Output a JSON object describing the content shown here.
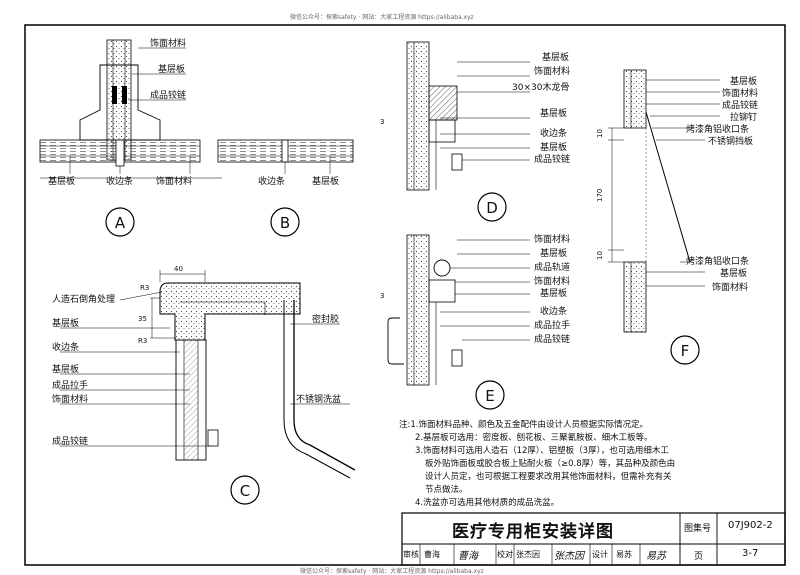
{
  "watermark": {
    "top": "微信公众号：探索safety · 网站：大家工程资源 https://alibaba.xyz",
    "bottom": "微信公众号：探索safety · 网站：大家工程资源 https://alibaba.xyz"
  },
  "details": {
    "A": {
      "id": "A",
      "labels": [
        "饰面材料",
        "基层板",
        "成品铰链",
        "基层板",
        "收边条",
        "饰面材料"
      ]
    },
    "B": {
      "id": "B",
      "labels": [
        "收边条",
        "基层板"
      ]
    },
    "C": {
      "id": "C",
      "labels": [
        "人造石倒角处理",
        "基层板",
        "收边条",
        "基层板",
        "成品拉手",
        "饰面材料",
        "成品铰链",
        "密封胶",
        "不锈钢洗盆"
      ],
      "dims": [
        "40",
        "R3",
        "35",
        "R3"
      ]
    },
    "D": {
      "id": "D",
      "labels": [
        "基层板",
        "饰面材料",
        "30×30木龙骨",
        "基层板",
        "收边条",
        "基层板",
        "成品铰链"
      ],
      "dims": [
        "3"
      ]
    },
    "E": {
      "id": "E",
      "labels": [
        "饰面材料",
        "基层板",
        "成品轨道",
        "饰面材料",
        "基层板",
        "收边条",
        "成品拉手",
        "成品铰链"
      ],
      "dims": [
        "3"
      ]
    },
    "F": {
      "id": "F",
      "labels": [
        "基层板",
        "饰面材料",
        "成品铰链",
        "拉铆钉",
        "烤漆角铝收口条",
        "不锈钢挡板",
        "烤漆角铝收口条",
        "基层板",
        "饰面材料"
      ],
      "dims": [
        "10",
        "170",
        "10"
      ]
    }
  },
  "notes": [
    "注:1.饰面材料品种、颜色及五金配件由设计人员根据实际情况定。",
    "2.基层板可选用：密度板、刨花板、三聚氰胺板、细木工板等。",
    "3.饰面材料可选用人造石（12厚）、铝塑板（3厚），也可选用细木工",
    "板外贴饰面板或胶合板上贴耐火板（≥0.8厚）等，其品种及颜色由",
    "设计人员定，也可根据工程要求改用其他饰面材料，但需补充有关",
    "节点做法。",
    "4.洗盆亦可选用其他材质的成品洗盆。"
  ],
  "title_block": {
    "title": "医疗专用柜安装详图",
    "atlas_label": "图集号",
    "atlas_no": "07J902-2",
    "page_label": "页",
    "page_no": "3-7",
    "review_label": "审核",
    "reviewer": "曹海",
    "reviewer_sign": "曹海",
    "check_label": "校对",
    "checker": "张杰因",
    "checker_sign": "张杰因",
    "design_label": "设计",
    "designer": "易苏",
    "designer_sign": "易苏"
  }
}
